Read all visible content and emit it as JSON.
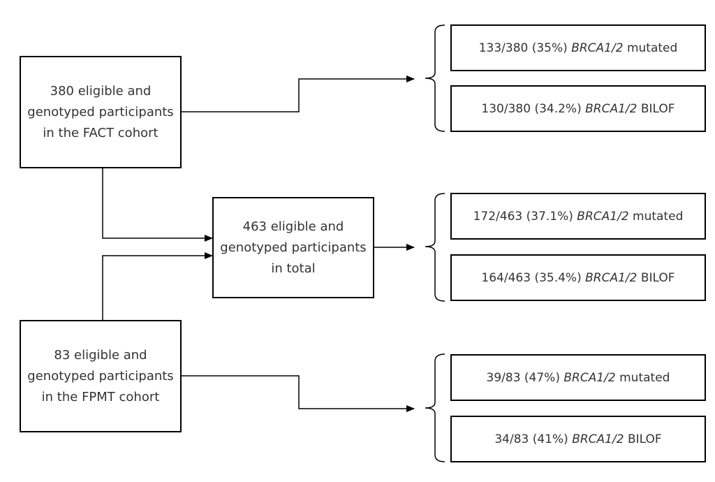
{
  "sources": {
    "fact": "380 eligible and genotyped participants in the FACT cohort",
    "total": "463 eligible and genotyped participants in total",
    "fpmt": "83 eligible and genotyped participants in the FPMT cohort"
  },
  "results": {
    "fact": [
      {
        "count": "133/380 (35%)",
        "gene": "BRCA1/2",
        "label": "mutated"
      },
      {
        "count": "130/380 (34.2%)",
        "gene": "BRCA1/2",
        "label": "BILOF"
      }
    ],
    "total": [
      {
        "count": "172/463 (37.1%)",
        "gene": "BRCA1/2",
        "label": "mutated"
      },
      {
        "count": "164/463 (35.4%)",
        "gene": "BRCA1/2",
        "label": "BILOF"
      }
    ],
    "fpmt": [
      {
        "count": "39/83 (47%)",
        "gene": "BRCA1/2",
        "label": "mutated"
      },
      {
        "count": "34/83 (41%)",
        "gene": "BRCA1/2",
        "label": "BILOF"
      }
    ]
  }
}
